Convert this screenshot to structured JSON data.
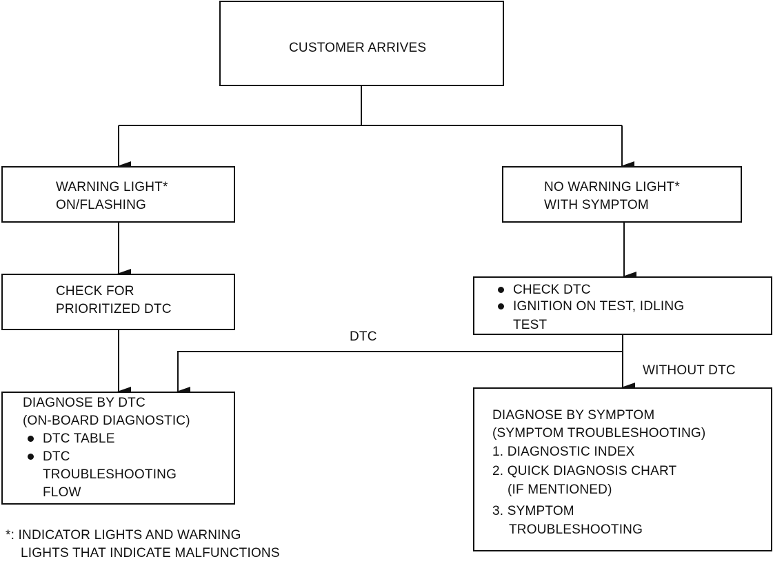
{
  "nodes": {
    "customer_arrives": "CUSTOMER ARRIVES",
    "warning_light": [
      "WARNING LIGHT*",
      "ON/FLASHING"
    ],
    "no_warning_light": [
      "NO WARNING LIGHT*",
      "WITH SYMPTOM"
    ],
    "check_prioritized": [
      "CHECK FOR",
      "PRIORITIZED DTC"
    ],
    "check_dtc": {
      "items": [
        "CHECK DTC",
        "IGNITION ON TEST, IDLING",
        "TEST"
      ]
    },
    "diagnose_dtc": {
      "title": [
        "DIAGNOSE BY DTC",
        "(ON-BOARD DIAGNOSTIC)"
      ],
      "items": [
        "DTC TABLE",
        "DTC",
        "TROUBLESHOOTING",
        "FLOW"
      ]
    },
    "diagnose_symptom": {
      "title": [
        "DIAGNOSE BY SYMPTOM",
        "(SYMPTOM TROUBLESHOOTING)"
      ],
      "items": [
        "1. DIAGNOSTIC INDEX",
        "2. QUICK DIAGNOSIS CHART",
        "(IF MENTIONED)",
        "3. SYMPTOM",
        "TROUBLESHOOTING"
      ]
    }
  },
  "edge_labels": {
    "dtc": "DTC",
    "without_dtc": "WITHOUT DTC"
  },
  "footnote": [
    "*: INDICATOR LIGHTS AND WARNING",
    "LIGHTS THAT INDICATE MALFUNCTIONS"
  ]
}
